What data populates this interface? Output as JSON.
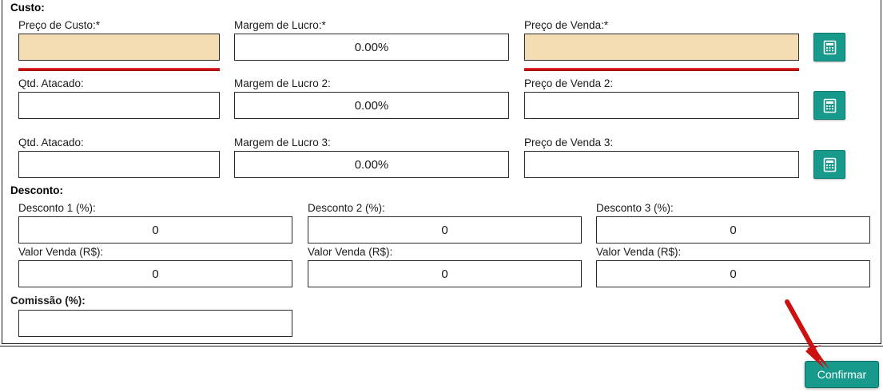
{
  "sections": {
    "cost": {
      "title": "Custo:"
    },
    "discount": {
      "title": "Desconto:"
    }
  },
  "cost_rows": [
    {
      "qty_label": "Preço de Custo:*",
      "qty_value": "",
      "margin_label": "Margem de Lucro:*",
      "margin_value": "0.00%",
      "price_label": "Preço de Venda:*",
      "price_value": "",
      "required": true,
      "calc_icon": "calculator-icon"
    },
    {
      "qty_label": "Qtd. Atacado:",
      "qty_value": "",
      "margin_label": "Margem de Lucro 2:",
      "margin_value": "0.00%",
      "price_label": "Preço de Venda 2:",
      "price_value": "",
      "required": false,
      "calc_icon": "calculator-icon"
    },
    {
      "qty_label": "Qtd. Atacado:",
      "qty_value": "",
      "margin_label": "Margem de Lucro 3:",
      "margin_value": "0.00%",
      "price_label": "Preço de Venda 3:",
      "price_value": "",
      "required": false,
      "calc_icon": "calculator-icon"
    }
  ],
  "discount_columns": [
    {
      "percent_label": "Desconto 1 (%):",
      "percent_value": "0",
      "sale_label": "Valor Venda (R$):",
      "sale_value": "0"
    },
    {
      "percent_label": "Desconto 2 (%):",
      "percent_value": "0",
      "sale_label": "Valor Venda (R$):",
      "sale_value": "0"
    },
    {
      "percent_label": "Desconto 3 (%):",
      "percent_value": "0",
      "sale_label": "Valor Venda (R$):",
      "sale_value": "0"
    }
  ],
  "commission": {
    "label": "Comissão (%):",
    "value": ""
  },
  "footer": {
    "confirm_label": "Confirmar"
  },
  "annotation": {
    "arrow_name": "red-pointer-arrow",
    "arrow_color": "#cc1111"
  },
  "colors": {
    "accent_teal": "#17998c",
    "highlight_field": "#f5ddb3",
    "required_underline": "#cc1111",
    "border": "#2b2b2b"
  }
}
